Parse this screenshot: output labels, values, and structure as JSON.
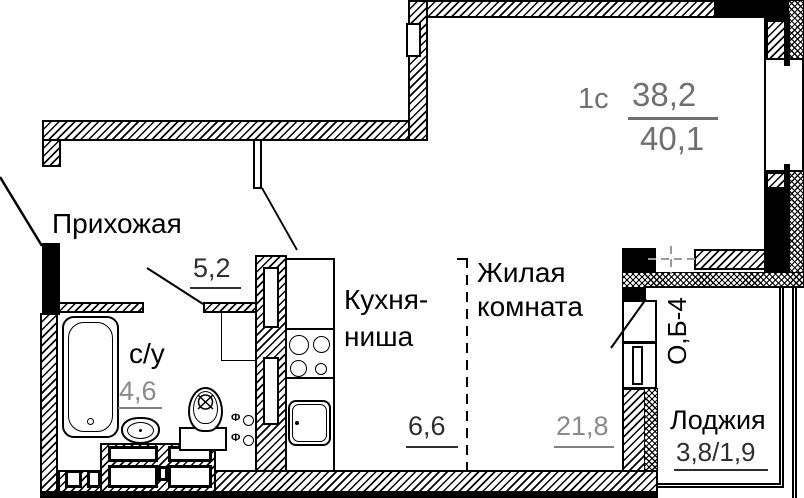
{
  "header": {
    "plan_code": "1с",
    "area_living": "38,2",
    "area_total": "40,1"
  },
  "rooms": {
    "hallway": {
      "label": "Прихожая",
      "area": "5,2"
    },
    "bathroom": {
      "label": "с/у",
      "area": "4,6"
    },
    "kitchen": {
      "label_line1": "Кухня-",
      "label_line2": "ниша",
      "area": "6,6"
    },
    "living": {
      "label_line1": "Жилая",
      "label_line2": "комната",
      "area": "21,8"
    },
    "loggia": {
      "label": "Лоджия",
      "area": "3,8/1,9"
    }
  },
  "marks": {
    "window_unit_code": "О,Б-4",
    "riser_symbol": "Ф"
  },
  "colors": {
    "line": "#000000",
    "muted_text": "#707070",
    "dark_text": "#2e2e2e",
    "centerline": "#9a9a9a"
  }
}
